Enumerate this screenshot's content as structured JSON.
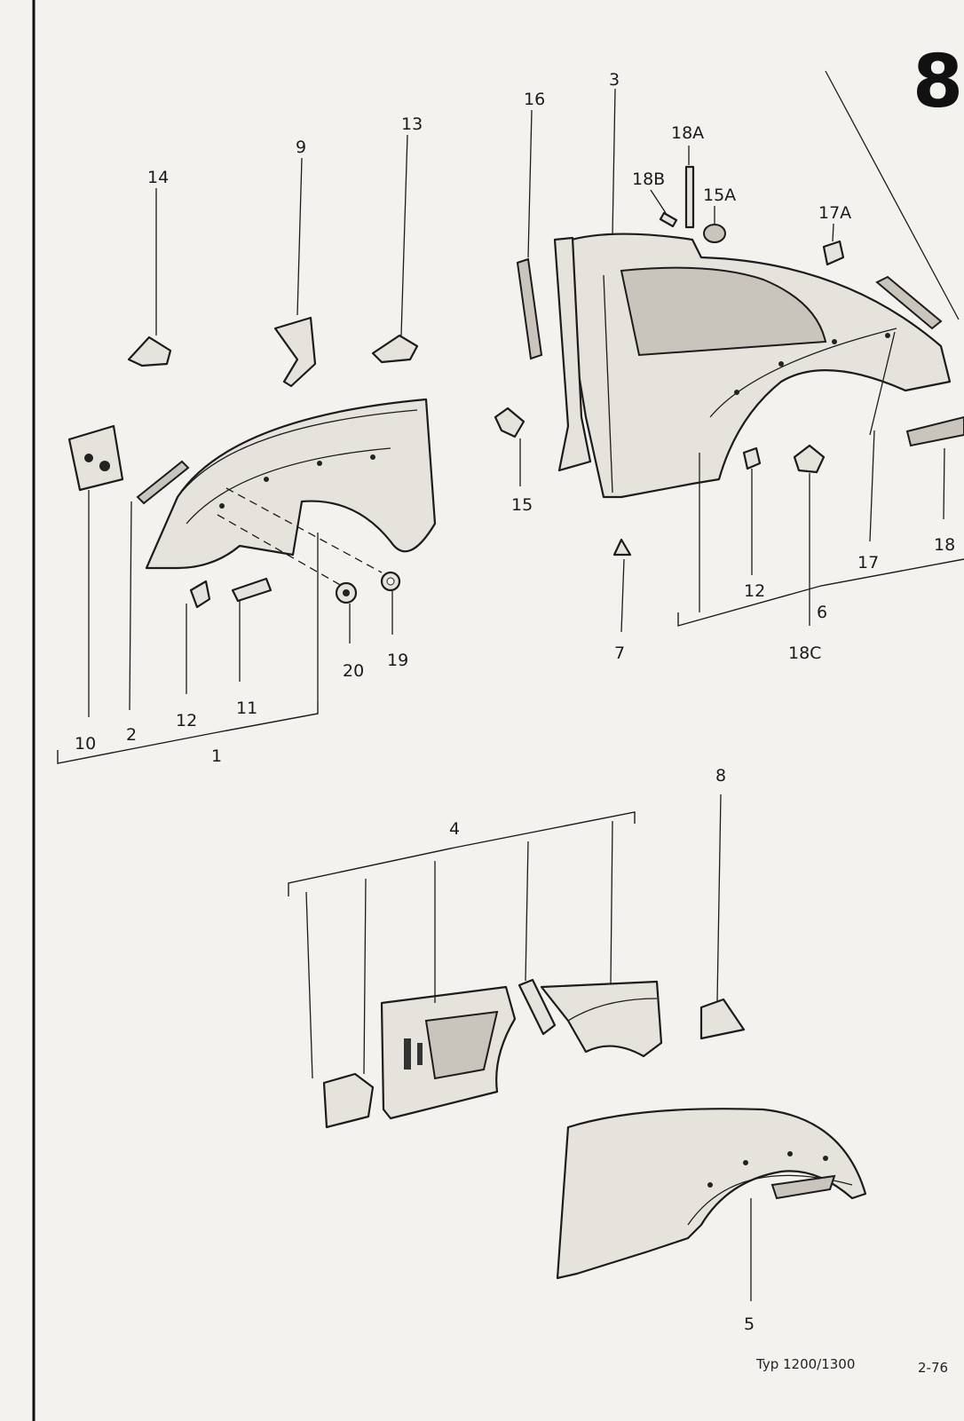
{
  "sheet": {
    "number": "8"
  },
  "footer": {
    "model": "Typ 1200/1300",
    "page": "2-76"
  },
  "callouts": {
    "c1": "1",
    "c2": "2",
    "c3": "3",
    "c4": "4",
    "c5": "5",
    "c6": "6",
    "c7": "7",
    "c8": "8",
    "c9": "9",
    "c10": "10",
    "c11": "11",
    "c12a": "12",
    "c12b": "12",
    "c13": "13",
    "c14": "14",
    "c15": "15",
    "c15a": "15A",
    "c16": "16",
    "c17": "17",
    "c17a": "17A",
    "c18": "18",
    "c18a": "18A",
    "c18b": "18B",
    "c18c": "18C",
    "c19": "19",
    "c20": "20"
  }
}
